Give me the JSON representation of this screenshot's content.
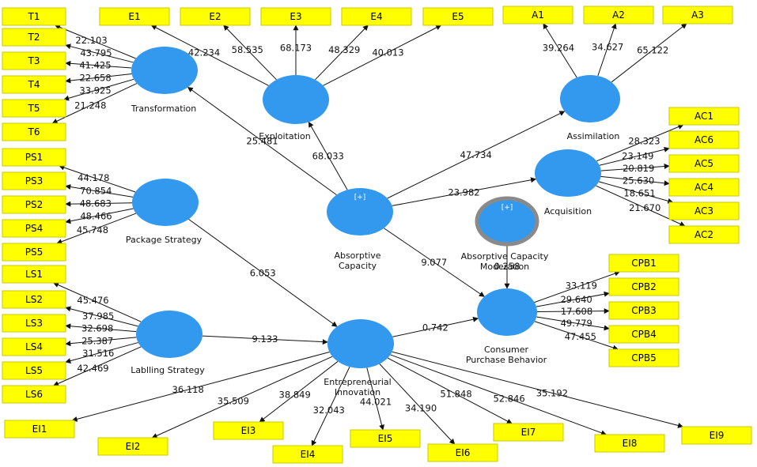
{
  "constructs": {
    "transformation": {
      "label": "Transformation"
    },
    "exploitation": {
      "label": "Exploitation"
    },
    "assimilation": {
      "label": "Assimilation"
    },
    "acquisition": {
      "label": "Acquisition"
    },
    "absorptive_capacity": {
      "label": "Absorptive\nCapacity",
      "badge": "[+]"
    },
    "moderation": {
      "label": "Absorptive Capacity\nModeration",
      "badge": "[+]"
    },
    "package_strategy": {
      "label": "Package Strategy"
    },
    "labelling_strategy": {
      "label": "Lablling Strategy"
    },
    "entrepreneurial_innovation": {
      "label": "Entrepreneurial\nInnovation"
    },
    "consumer_purchase_behavior": {
      "label": "Consumer\nPurchase Behavior"
    }
  },
  "colors": {
    "latent": "#3399ee",
    "moderator": "#c8e02a",
    "indicator": "#ffff00"
  },
  "paths": [
    {
      "from": "absorptive_capacity",
      "to": "transformation",
      "value": "25.481"
    },
    {
      "from": "absorptive_capacity",
      "to": "exploitation",
      "value": "68.033"
    },
    {
      "from": "absorptive_capacity",
      "to": "assimilation",
      "value": "47.734"
    },
    {
      "from": "absorptive_capacity",
      "to": "acquisition",
      "value": "23.982"
    },
    {
      "from": "absorptive_capacity",
      "to": "consumer_purchase_behavior",
      "value": "9.077"
    },
    {
      "from": "package_strategy",
      "to": "entrepreneurial_innovation",
      "value": "6.053"
    },
    {
      "from": "labelling_strategy",
      "to": "entrepreneurial_innovation",
      "value": "9.133"
    },
    {
      "from": "entrepreneurial_innovation",
      "to": "consumer_purchase_behavior",
      "value": "0.742"
    },
    {
      "from": "moderation",
      "to": "consumer_purchase_behavior",
      "value": "0.258"
    }
  ],
  "indicators": [
    {
      "name": "T1",
      "construct": "transformation",
      "value": "22.103"
    },
    {
      "name": "T2",
      "construct": "transformation",
      "value": "43.795"
    },
    {
      "name": "T3",
      "construct": "transformation",
      "value": "41.425"
    },
    {
      "name": "T4",
      "construct": "transformation",
      "value": "22.658"
    },
    {
      "name": "T5",
      "construct": "transformation",
      "value": "33.925"
    },
    {
      "name": "T6",
      "construct": "transformation",
      "value": "21.248"
    },
    {
      "name": "E1",
      "construct": "exploitation",
      "value": "42.234"
    },
    {
      "name": "E2",
      "construct": "exploitation",
      "value": "58.535"
    },
    {
      "name": "E3",
      "construct": "exploitation",
      "value": "68.173"
    },
    {
      "name": "E4",
      "construct": "exploitation",
      "value": "48.329"
    },
    {
      "name": "E5",
      "construct": "exploitation",
      "value": "40.013"
    },
    {
      "name": "A1",
      "construct": "assimilation",
      "value": "39.264"
    },
    {
      "name": "A2",
      "construct": "assimilation",
      "value": "34.627"
    },
    {
      "name": "A3",
      "construct": "assimilation",
      "value": "65.122"
    },
    {
      "name": "AC1",
      "construct": "acquisition",
      "value": "28.323"
    },
    {
      "name": "AC6",
      "construct": "acquisition",
      "value": "23.149"
    },
    {
      "name": "AC5",
      "construct": "acquisition",
      "value": "20.819"
    },
    {
      "name": "AC4",
      "construct": "acquisition",
      "value": "25.630"
    },
    {
      "name": "AC3",
      "construct": "acquisition",
      "value": "18.651"
    },
    {
      "name": "AC2",
      "construct": "acquisition",
      "value": "21.670"
    },
    {
      "name": "PS1",
      "construct": "package_strategy",
      "value": "44.178"
    },
    {
      "name": "PS3",
      "construct": "package_strategy",
      "value": "70.854"
    },
    {
      "name": "PS2",
      "construct": "package_strategy",
      "value": "48.683"
    },
    {
      "name": "PS4",
      "construct": "package_strategy",
      "value": "48.466"
    },
    {
      "name": "PS5",
      "construct": "package_strategy",
      "value": "45.748"
    },
    {
      "name": "LS1",
      "construct": "labelling_strategy",
      "value": "45.476"
    },
    {
      "name": "LS2",
      "construct": "labelling_strategy",
      "value": "37.985"
    },
    {
      "name": "LS3",
      "construct": "labelling_strategy",
      "value": "32.698"
    },
    {
      "name": "LS4",
      "construct": "labelling_strategy",
      "value": "25.387"
    },
    {
      "name": "LS5",
      "construct": "labelling_strategy",
      "value": "31.516"
    },
    {
      "name": "LS6",
      "construct": "labelling_strategy",
      "value": "42.469"
    },
    {
      "name": "CPB1",
      "construct": "consumer_purchase_behavior",
      "value": "33.119"
    },
    {
      "name": "CPB2",
      "construct": "consumer_purchase_behavior",
      "value": "29.640"
    },
    {
      "name": "CPB3",
      "construct": "consumer_purchase_behavior",
      "value": "17.608"
    },
    {
      "name": "CPB4",
      "construct": "consumer_purchase_behavior",
      "value": "49.779"
    },
    {
      "name": "CPB5",
      "construct": "consumer_purchase_behavior",
      "value": "47.455"
    },
    {
      "name": "EI1",
      "construct": "entrepreneurial_innovation",
      "value": "36.118"
    },
    {
      "name": "EI2",
      "construct": "entrepreneurial_innovation",
      "value": "35.509"
    },
    {
      "name": "EI3",
      "construct": "entrepreneurial_innovation",
      "value": "38.849"
    },
    {
      "name": "EI4",
      "construct": "entrepreneurial_innovation",
      "value": "32.043"
    },
    {
      "name": "EI5",
      "construct": "entrepreneurial_innovation",
      "value": "44.021"
    },
    {
      "name": "EI6",
      "construct": "entrepreneurial_innovation",
      "value": "34.190"
    },
    {
      "name": "EI7",
      "construct": "entrepreneurial_innovation",
      "value": "51.848"
    },
    {
      "name": "EI8",
      "construct": "entrepreneurial_innovation",
      "value": "52.846"
    },
    {
      "name": "EI9",
      "construct": "entrepreneurial_innovation",
      "value": "35.192"
    }
  ]
}
